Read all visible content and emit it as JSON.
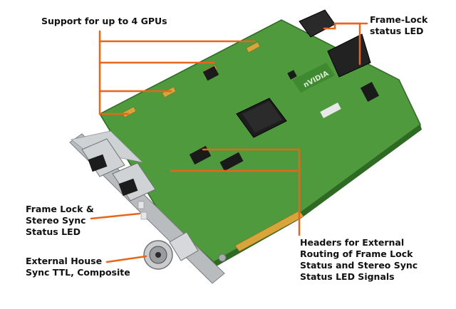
{
  "image": {
    "description_free": true,
    "callout_color": "#e8651c",
    "board_color": "#4f9a3c",
    "bracket_color": "#b9bcbf"
  },
  "callouts": {
    "gpus": {
      "line1": "Support for up to 4 GPUs"
    },
    "frame_lock_led": {
      "line1": "Frame-Lock",
      "line2": "status LED"
    },
    "frame_stereo_led": {
      "line1": "Frame Lock &",
      "line2": "Stereo Sync",
      "line3": "Status LED"
    },
    "external_sync": {
      "line1": "External House",
      "line2": "Sync TTL, Composite"
    },
    "headers": {
      "line1": "Headers for External",
      "line2": "Routing of Frame Lock",
      "line3": "Status and Stereo Sync",
      "line4": "Status LED Signals"
    }
  },
  "board_markings": {
    "brand": "nVIDIA"
  }
}
